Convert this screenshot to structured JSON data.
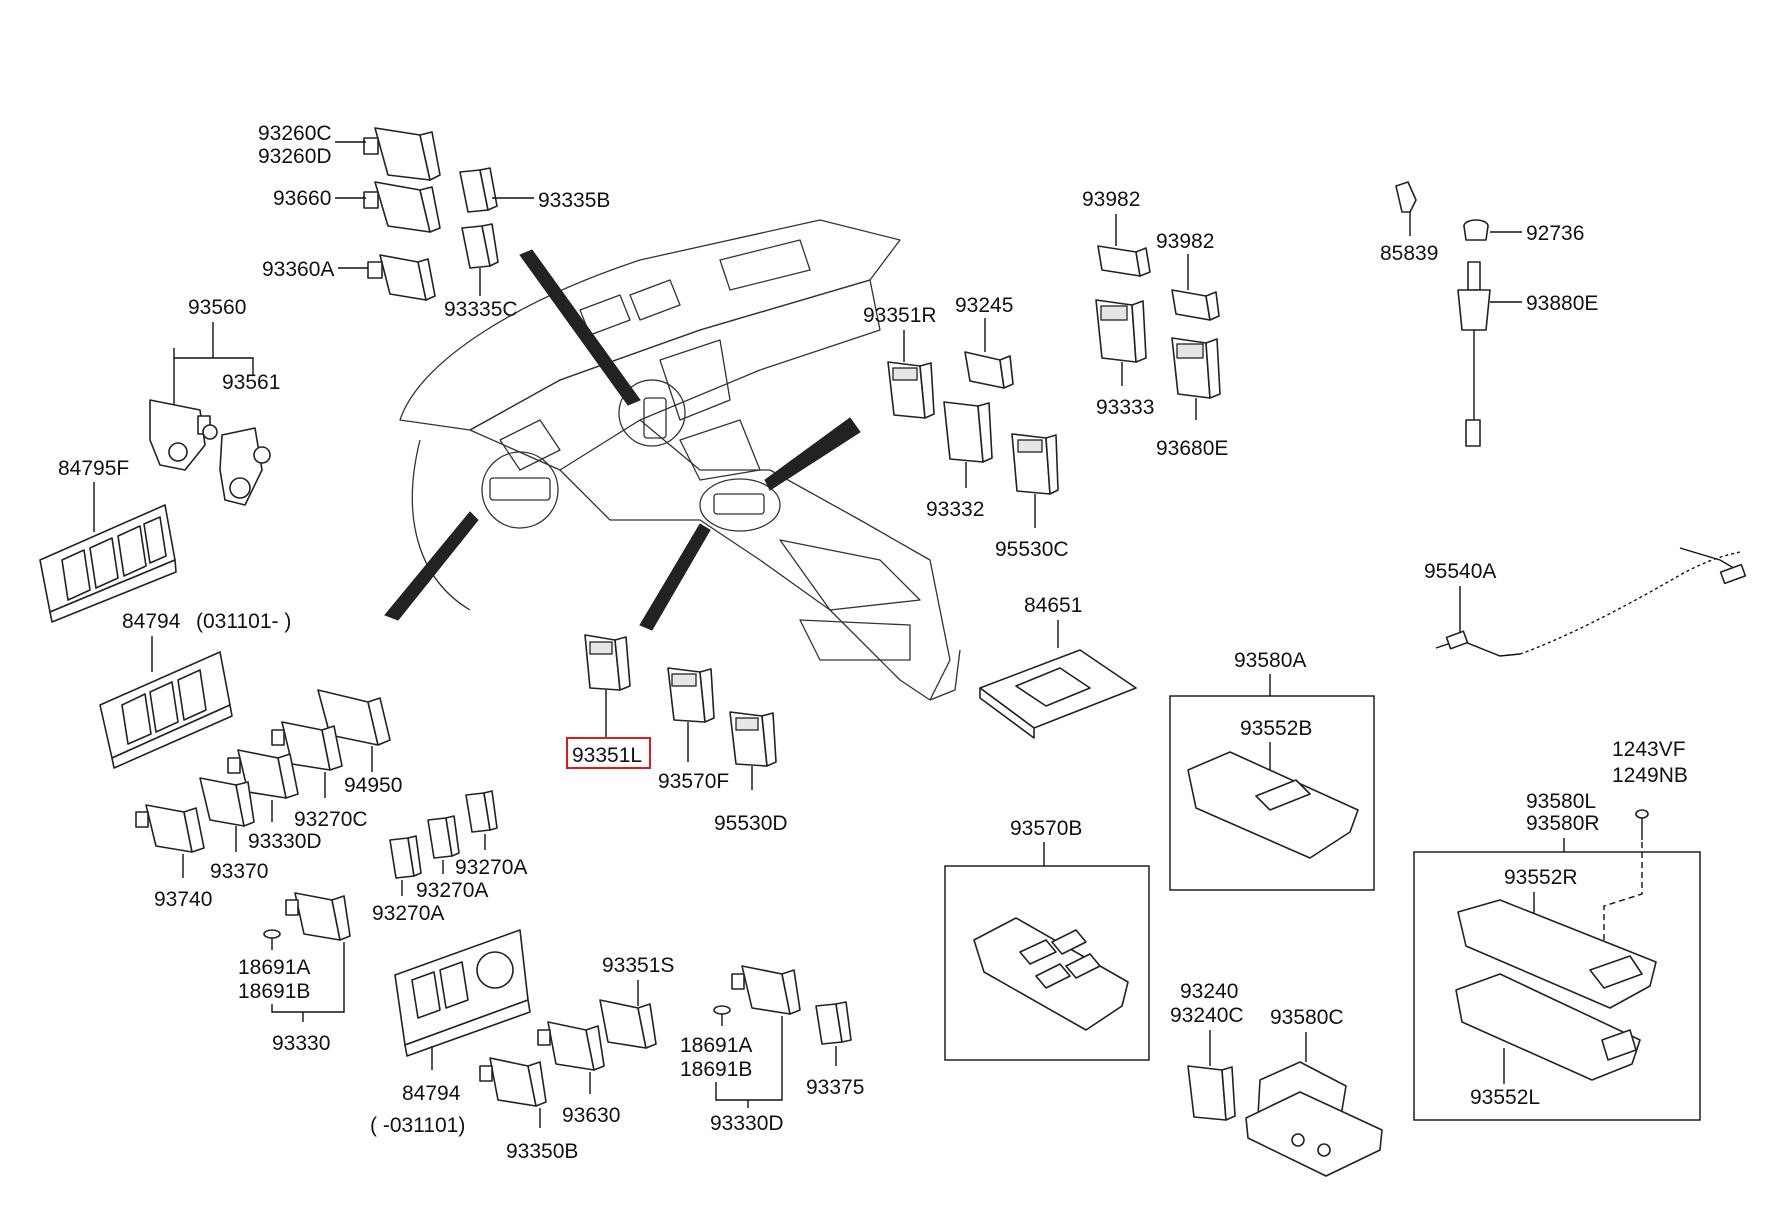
{
  "labels": {
    "p93260C": "93260C",
    "p93260D": "93260D",
    "p93660": "93660",
    "p93335B": "93335B",
    "p93360A": "93360A",
    "p93335C": "93335C",
    "p93560": "93560",
    "p93561": "93561",
    "p84795F": "84795F",
    "p84794_top": "84794",
    "p84794_top_note": "(031101- )",
    "p94950": "94950",
    "p93270C": "93270C",
    "p93330D_left": "93330D",
    "p93370": "93370",
    "p93740": "93740",
    "p93270A_a": "93270A",
    "p93270A_b": "93270A",
    "p93270A_c": "93270A",
    "p18691A_left": "18691A",
    "p18691B_left": "18691B",
    "p93330": "93330",
    "p84794_bottom": "84794",
    "p84794_bottom_note": "( -031101)",
    "p93351S": "93351S",
    "p93630": "93630",
    "p93350B": "93350B",
    "p18691A_mid": "18691A",
    "p18691B_mid": "18691B",
    "p93330D_mid": "93330D",
    "p93375": "93375",
    "p93351L": "93351L",
    "p93570F": "93570F",
    "p95530D": "95530D",
    "p93351R": "93351R",
    "p93245": "93245",
    "p93332": "93332",
    "p95530C": "95530C",
    "p93982_a": "93982",
    "p93982_b": "93982",
    "p93333": "93333",
    "p93680E": "93680E",
    "p85839": "85839",
    "p92736": "92736",
    "p93880E": "93880E",
    "p95540A": "95540A",
    "p84651": "84651",
    "p93580A": "93580A",
    "p93552B": "93552B",
    "p1243VF": "1243VF",
    "p1249NB": "1249NB",
    "p93580L": "93580L",
    "p93580R": "93580R",
    "p93552R": "93552R",
    "p93552L": "93552L",
    "p93570B": "93570B",
    "p93240": "93240",
    "p93240C": "93240C",
    "p93580C": "93580C"
  },
  "highlight": {
    "part": "93351L",
    "color": "#e0191b"
  }
}
